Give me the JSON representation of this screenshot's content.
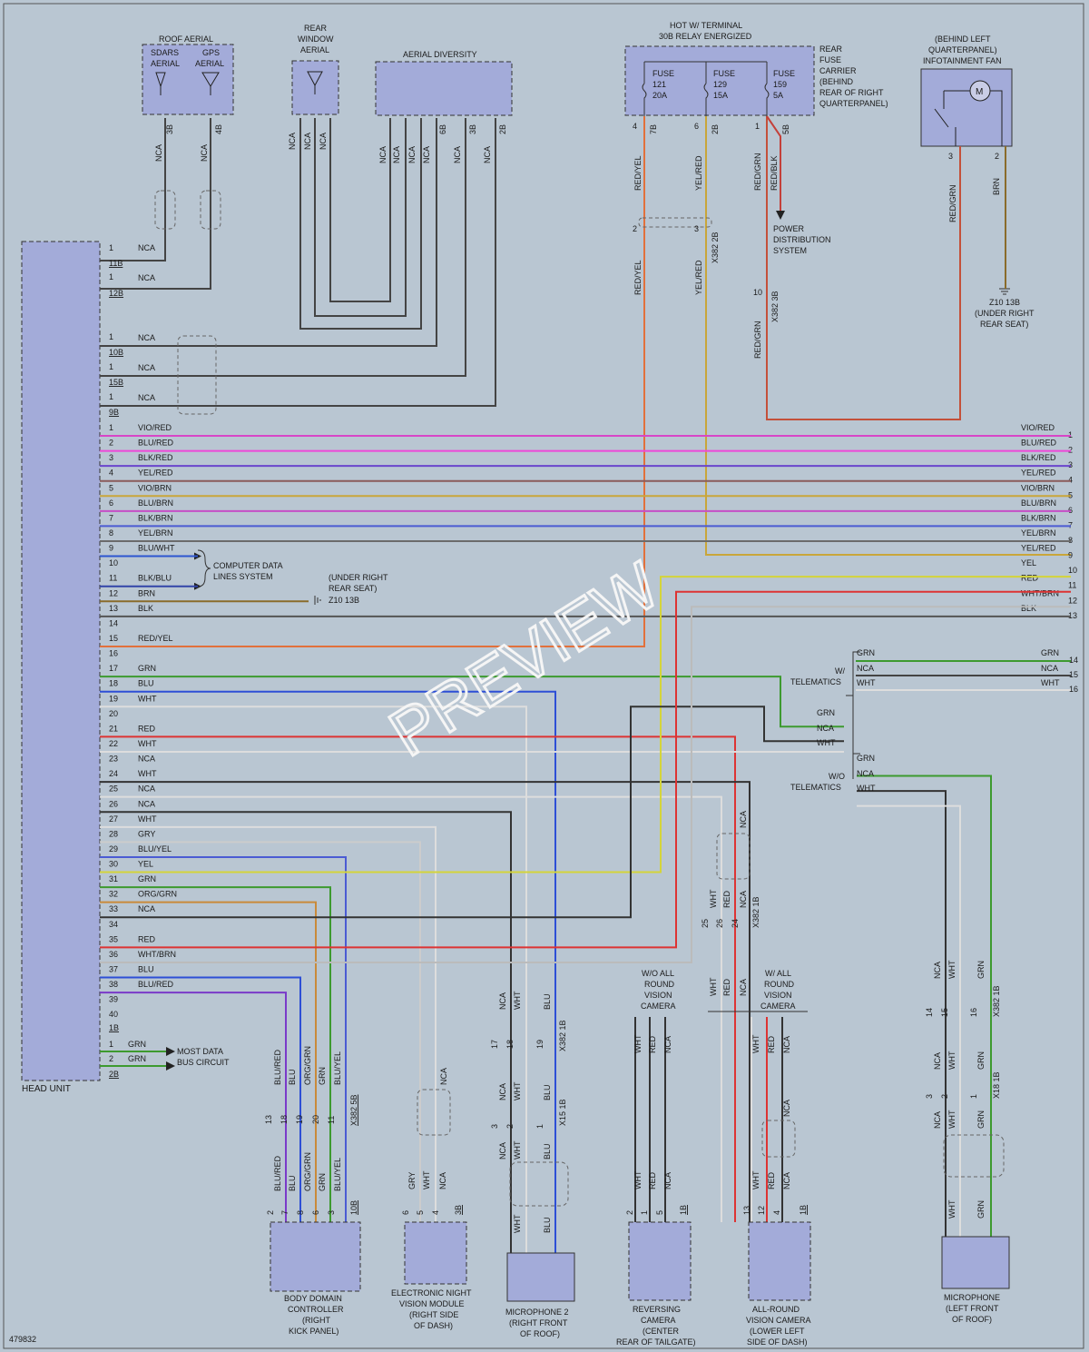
{
  "diagram_id": "479832",
  "watermark": "PREVIEW",
  "components": {
    "head_unit": "HEAD UNIT",
    "roof_aerial": "ROOF AERIAL",
    "sdars_aerial": [
      "SDARS",
      "AERIAL"
    ],
    "gps_aerial": [
      "GPS",
      "AERIAL"
    ],
    "rear_window_aerial": [
      "REAR",
      "WINDOW",
      "AERIAL"
    ],
    "aerial_diversity": "AERIAL DIVERSITY",
    "hot_terminal": [
      "HOT W/ TERMINAL",
      "30B RELAY ENERGIZED"
    ],
    "fuse_carrier": [
      "REAR",
      "FUSE",
      "CARRIER",
      "(BEHIND",
      "REAR OF RIGHT",
      "QUARTERPANEL)"
    ],
    "fuses": [
      {
        "name": "FUSE",
        "num": "121",
        "amp": "20A"
      },
      {
        "name": "FUSE",
        "num": "129",
        "amp": "15A"
      },
      {
        "name": "FUSE",
        "num": "159",
        "amp": "5A"
      }
    ],
    "infotainment_fan": [
      "(BEHIND LEFT",
      "QUARTERPANEL)",
      "INFOTAINMENT FAN"
    ],
    "fan_motor": "M",
    "power_distribution": [
      "POWER",
      "DISTRIBUTION",
      "SYSTEM"
    ],
    "ground_fan": [
      "Z10 13B",
      "(UNDER RIGHT",
      "REAR SEAT)"
    ],
    "ground_head": [
      "(UNDER RIGHT",
      "REAR SEAT)",
      "Z10 13B"
    ],
    "computer_data": [
      "COMPUTER DATA",
      "LINES SYSTEM"
    ],
    "most_data": [
      "MOST DATA",
      "BUS CIRCUIT"
    ],
    "with_telematics": [
      "W/",
      "TELEMATICS"
    ],
    "without_telematics": [
      "W/O",
      "TELEMATICS"
    ],
    "wo_all_round": [
      "W/O ALL",
      "ROUND",
      "VISION",
      "CAMERA"
    ],
    "w_all_round": [
      "W/ ALL",
      "ROUND",
      "VISION",
      "CAMERA"
    ],
    "body_domain": [
      "BODY DOMAIN",
      "CONTROLLER",
      "(RIGHT",
      "KICK PANEL)"
    ],
    "night_vision": [
      "ELECTRONIC NIGHT",
      "VISION MODULE",
      "(RIGHT SIDE",
      "OF DASH)"
    ],
    "microphone2": [
      "MICROPHONE 2",
      "(RIGHT FRONT",
      "OF ROOF)"
    ],
    "reversing_camera": [
      "REVERSING",
      "CAMERA",
      "(CENTER",
      "REAR OF TAILGATE)"
    ],
    "allround_camera": [
      "ALL-ROUND",
      "VISION CAMERA",
      "(LOWER LEFT",
      "SIDE OF DASH)"
    ],
    "microphone_left": [
      "MICROPHONE",
      "(LEFT FRONT",
      "OF ROOF)"
    ]
  },
  "connectors": {
    "c11B": "11B",
    "c12B": "12B",
    "c10B": "10B",
    "c15B": "15B",
    "c9B": "9B",
    "c1B": "1B",
    "c2B": "2B",
    "x382_2B": "X382 2B",
    "x382_3B": "X382 3B",
    "x382_1B": "X382 1B",
    "x382_5B": "X382 5B",
    "x382_1B_b": "X382 1B",
    "x15_1B": "X15 1B",
    "x18_1B": "X18 1B",
    "sdars_pin": "3B",
    "gps_pin": "4B",
    "div_pins": [
      "6B",
      "3B",
      "2B"
    ],
    "fuse_pins": [
      "7B",
      "2B",
      "5B"
    ],
    "fuse_pin_nums": [
      "4",
      "6",
      "1"
    ],
    "fan_pins": [
      "3",
      "2"
    ],
    "bdc_conn": "10B",
    "nv_conn": "3B",
    "rc_conn": "1B",
    "ac_conn": "1B"
  },
  "head_unit_pins_top": [
    {
      "pin": "1",
      "label": "NCA",
      "conn": "11B"
    },
    {
      "pin": "1",
      "label": "NCA",
      "conn": "12B"
    },
    {
      "pin": "1",
      "label": "NCA",
      "conn": "10B"
    },
    {
      "pin": "1",
      "label": "NCA",
      "conn": "15B"
    },
    {
      "pin": "1",
      "label": "NCA",
      "conn": "9B"
    }
  ],
  "head_unit_pins": [
    {
      "pin": "1",
      "label": "VIO/RED",
      "color": "#d845c7",
      "right_label": "VIO/RED",
      "right_pin": "1"
    },
    {
      "pin": "2",
      "label": "BLU/RED",
      "color": "#ee47d8",
      "right_label": "BLU/RED",
      "right_pin": "2"
    },
    {
      "pin": "3",
      "label": "BLK/RED",
      "color": "#6a45cc",
      "right_label": "BLK/RED",
      "right_pin": "3"
    },
    {
      "pin": "4",
      "label": "YEL/RED",
      "color": "#8a5b5b",
      "right_label": "YEL/RED",
      "right_pin": "4"
    },
    {
      "pin": "5",
      "label": "VIO/BRN",
      "color": "#c9a63a",
      "right_label": "VIO/BRN",
      "right_pin": "5"
    },
    {
      "pin": "6",
      "label": "BLU/BRN",
      "color": "#c64ec6",
      "right_label": "BLU/BRN",
      "right_pin": "6"
    },
    {
      "pin": "7",
      "label": "BLK/BRN",
      "color": "#4b5bd3",
      "right_label": "BLK/BRN",
      "right_pin": "7"
    },
    {
      "pin": "8",
      "label": "YEL/BRN",
      "color": "#6b6b6b",
      "right_label": "YEL/BRN",
      "right_pin": "8"
    },
    {
      "pin": "9",
      "label": "BLU/WHT",
      "color": "#c7a33a",
      "right_label": "YEL/RED",
      "right_pin": "9"
    },
    {
      "pin": "10",
      "label": "",
      "color": "",
      "right_label": "YEL",
      "right_pin": "10"
    },
    {
      "pin": "11",
      "label": "BLK/BLU",
      "color": "",
      "right_label": "RED",
      "right_pin": "11"
    },
    {
      "pin": "12",
      "label": "BRN",
      "color": "",
      "right_label": "WHT/BRN",
      "right_pin": "12"
    },
    {
      "pin": "13",
      "label": "BLK",
      "color": "#555555",
      "right_label": "BLK",
      "right_pin": "13"
    },
    {
      "pin": "14",
      "label": ""
    },
    {
      "pin": "15",
      "label": "RED/YEL"
    },
    {
      "pin": "16",
      "label": ""
    },
    {
      "pin": "17",
      "label": "GRN"
    },
    {
      "pin": "18",
      "label": "BLU"
    },
    {
      "pin": "19",
      "label": "WHT"
    },
    {
      "pin": "20",
      "label": ""
    },
    {
      "pin": "21",
      "label": "RED"
    },
    {
      "pin": "22",
      "label": "WHT"
    },
    {
      "pin": "23",
      "label": "NCA"
    },
    {
      "pin": "24",
      "label": "WHT"
    },
    {
      "pin": "25",
      "label": "NCA"
    },
    {
      "pin": "26",
      "label": "NCA"
    },
    {
      "pin": "27",
      "label": "WHT"
    },
    {
      "pin": "28",
      "label": "GRY"
    },
    {
      "pin": "29",
      "label": "BLU/YEL"
    },
    {
      "pin": "30",
      "label": "YEL"
    },
    {
      "pin": "31",
      "label": "GRN"
    },
    {
      "pin": "32",
      "label": "ORG/GRN"
    },
    {
      "pin": "33",
      "label": "NCA"
    },
    {
      "pin": "34",
      "label": ""
    },
    {
      "pin": "35",
      "label": "RED"
    },
    {
      "pin": "36",
      "label": "WHT/BRN"
    },
    {
      "pin": "37",
      "label": "BLU"
    },
    {
      "pin": "38",
      "label": "BLU/RED"
    },
    {
      "pin": "39",
      "label": ""
    },
    {
      "pin": "40",
      "label": ""
    }
  ],
  "head_unit_pins_bottom": [
    {
      "pin": "1",
      "label": "GRN"
    },
    {
      "pin": "2",
      "label": "GRN"
    }
  ],
  "telematics_w": [
    {
      "label": "GRN",
      "right_label": "GRN",
      "right_pin": "14"
    },
    {
      "label": "NCA",
      "right_label": "NCA",
      "right_pin": "15"
    },
    {
      "label": "WHT",
      "right_label": "WHT",
      "right_pin": "16"
    }
  ],
  "telematics_mid": [
    "GRN",
    "NCA",
    "WHT"
  ],
  "telematics_wo": [
    "GRN",
    "NCA",
    "WHT"
  ],
  "wire_labels": {
    "sdars": "NCA",
    "gps": "NCA",
    "rear_win": [
      "NCA",
      "NCA",
      "NCA"
    ],
    "div": [
      "NCA",
      "NCA",
      "NCA",
      "NCA",
      "NCA",
      "NCA"
    ],
    "fuse_top": [
      "RED/YEL",
      "YEL/RED",
      "RED/GRN",
      "RED/BLK"
    ],
    "fuse_mid": [
      "RED/YEL",
      "YEL/RED",
      "RED/GRN"
    ],
    "fuse_mid_pins": [
      "2",
      "3",
      "10"
    ],
    "fan": [
      "RED/GRN",
      "BRN"
    ],
    "bdc_up": [
      "BLU/RED",
      "BLU",
      "ORG/GRN",
      "GRN",
      "BLU/YEL"
    ],
    "bdc_pins": [
      "13",
      "18",
      "19",
      "20",
      "11"
    ],
    "bdc_low": [
      "BLU/RED",
      "BLU",
      "ORG/GRN",
      "GRN",
      "BLU/YEL"
    ],
    "bdc_low_pins": [
      "2",
      "7",
      "8",
      "6",
      "3"
    ],
    "nv_up": "NCA",
    "nv_low": [
      "GRY",
      "WHT",
      "NCA"
    ],
    "nv_low_pins": [
      "6",
      "5",
      "4"
    ],
    "mic2_a": [
      "NCA",
      "WHT",
      "BLU"
    ],
    "mic2_a_pins": [
      "17",
      "18",
      "19"
    ],
    "mic2_b": [
      "NCA",
      "WHT",
      "BLU"
    ],
    "mic2_b_pins": [
      "3",
      "2",
      "1"
    ],
    "mic2_c": [
      "NCA",
      "WHT",
      "BLU"
    ],
    "mic2_d": [
      "WHT",
      "BLU"
    ],
    "cam_top": [
      "WHT",
      "RED",
      "NCA",
      "NCA"
    ],
    "cam_top_pins": [
      "25",
      "26",
      "24"
    ],
    "cam_split": [
      "WHT",
      "RED",
      "NCA"
    ],
    "rc_up": [
      "WHT",
      "RED",
      "NCA"
    ],
    "rc_low": [
      "WHT",
      "RED",
      "NCA"
    ],
    "rc_low_pins": [
      "2",
      "1",
      "5"
    ],
    "ac_up": [
      "WHT",
      "RED",
      "NCA",
      "NCA"
    ],
    "ac_low": [
      "WHT",
      "RED",
      "NCA"
    ],
    "ac_low_pins": [
      "13",
      "12",
      "4"
    ],
    "mic_l_a": [
      "NCA",
      "WHT",
      "GRN"
    ],
    "mic_l_a_pins": [
      "14",
      "15",
      "16"
    ],
    "mic_l_b": [
      "NCA",
      "WHT",
      "GRN"
    ],
    "mic_l_b_pins": [
      "3",
      "2",
      "1"
    ],
    "mic_l_c": [
      "WHT",
      "GRN"
    ]
  }
}
